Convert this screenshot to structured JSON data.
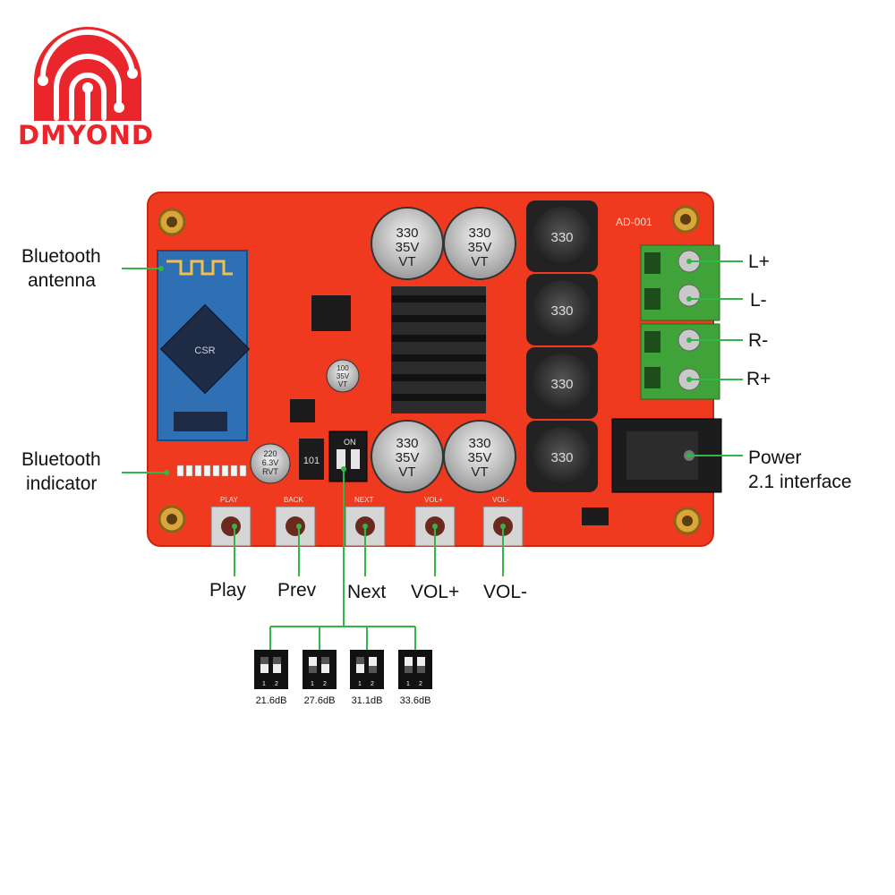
{
  "brand": {
    "name": "DMYOND",
    "colors": {
      "logo_red": "#e8262b",
      "board_red": "#ef3a1f",
      "callout_green": "#33b54a",
      "terminal_green": "#3fa33a"
    }
  },
  "callouts": {
    "bt_antenna_line1": "Bluetooth",
    "bt_antenna_line2": "antenna",
    "bt_indicator_line1": "Bluetooth",
    "bt_indicator_line2": "indicator",
    "l_plus": "L+",
    "l_minus": "L-",
    "r_minus": "R-",
    "r_plus": "R+",
    "power_line1": "Power",
    "power_line2": "2.1 interface",
    "play": "Play",
    "prev": "Prev",
    "next": "Next",
    "vol_plus": "VOL+",
    "vol_minus": "VOL-"
  },
  "gain_settings": [
    "21.6dB",
    "27.6dB",
    "31.1dB",
    "33.6dB"
  ],
  "board": {
    "model": "AD-001",
    "cap_big": [
      "330",
      "35V",
      "VT"
    ],
    "inductor": "330",
    "cap_small_220": [
      "220",
      "6.3V",
      "RVT"
    ],
    "cap_small_100": [
      "100",
      "35V",
      "VT"
    ],
    "resistor_code": "101",
    "chip_brand": "CSR",
    "dip_on": "ON",
    "button_silk": [
      "PLAY",
      "BACK",
      "NEXT",
      "VOL+",
      "VOL-"
    ]
  }
}
